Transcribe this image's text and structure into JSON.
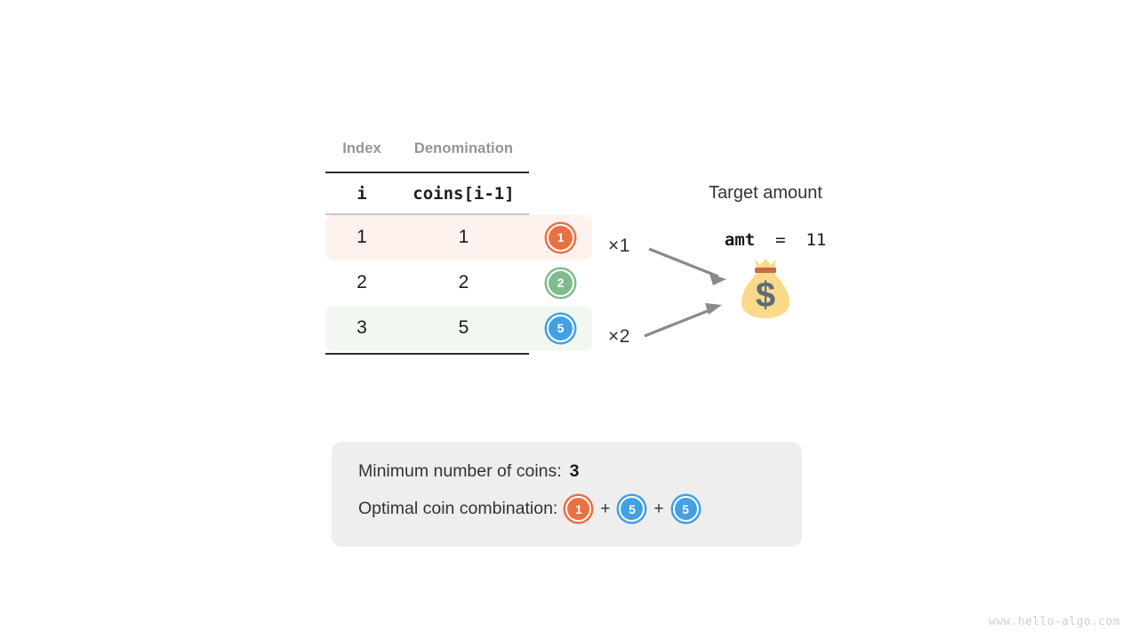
{
  "table": {
    "header": {
      "index": "Index",
      "denomination": "Denomination"
    },
    "variables": {
      "index": "i",
      "denomination": "coins[i-1]"
    },
    "rows": [
      {
        "index": "1",
        "denomination": "1",
        "coin": "1",
        "coin_color": "orange",
        "multiplier": "×1",
        "highlight": "orange"
      },
      {
        "index": "2",
        "denomination": "2",
        "coin": "2",
        "coin_color": "green",
        "multiplier": "",
        "highlight": "none"
      },
      {
        "index": "3",
        "denomination": "5",
        "coin": "5",
        "coin_color": "blue",
        "multiplier": "×2",
        "highlight": "green"
      }
    ]
  },
  "target": {
    "label": "Target amount",
    "var_name": "amt",
    "equals": "=",
    "value": "11"
  },
  "money_bag": {
    "symbol": "$",
    "icon_name": "money-bag-icon"
  },
  "result": {
    "min_coins_label": "Minimum number of coins:",
    "min_coins_value": "3",
    "combination_label": "Optimal coin combination:",
    "combination": [
      {
        "value": "1",
        "color": "orange"
      },
      {
        "value": "5",
        "color": "blue"
      },
      {
        "value": "5",
        "color": "blue"
      }
    ],
    "plus": "+"
  },
  "watermark": "www.hello-algo.com",
  "colors": {
    "coin_orange": "#ea7044",
    "coin_green": "#7fbb8d",
    "coin_blue": "#42a0e4",
    "row_highlight_orange": "#fdf2ed",
    "row_highlight_green": "#f2f7f2",
    "panel_background": "#eeeeee",
    "arrow": "#8a8a8a",
    "bag_body": "#fbd98a",
    "bag_band": "#c8694a",
    "bag_symbol": "#5a6b7a"
  }
}
